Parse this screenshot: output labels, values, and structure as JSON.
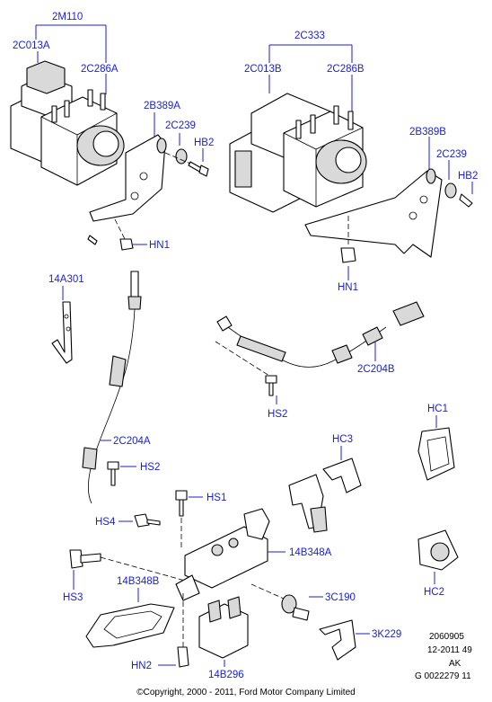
{
  "labels": {
    "l2M110": "2M110",
    "l2C013A": "2C013A",
    "l2C286A": "2C286A",
    "l2B389A": "2B389A",
    "l2C239a": "2C239",
    "lHB2a": "HB2",
    "lHN1a": "HN1",
    "l2C333": "2C333",
    "l2C013B": "2C013B",
    "l2C286B": "2C286B",
    "l2B389B": "2B389B",
    "l2C239b": "2C239",
    "lHB2b": "HB2",
    "lHN1b": "HN1",
    "l14A301": "14A301",
    "l2C204B": "2C204B",
    "lHS2a": "HS2",
    "l2C204A": "2C204A",
    "lHS2b": "HS2",
    "lHC1": "HC1",
    "lHC3": "HC3",
    "lHS1": "HS1",
    "lHS4": "HS4",
    "l14B348A": "14B348A",
    "lHS3": "HS3",
    "l14B348B": "14B348B",
    "l3C190": "3C190",
    "lHC2": "HC2",
    "l3K229": "3K229",
    "lHN2": "HN2",
    "l14B296": "14B296"
  },
  "meta": {
    "code1": "2060905",
    "code2": "12-2011 49",
    "code3": "AK",
    "code4": "G 0022279 11"
  },
  "copyright": "©Copyright, 2000 - 2011, Ford Motor Company Limited"
}
